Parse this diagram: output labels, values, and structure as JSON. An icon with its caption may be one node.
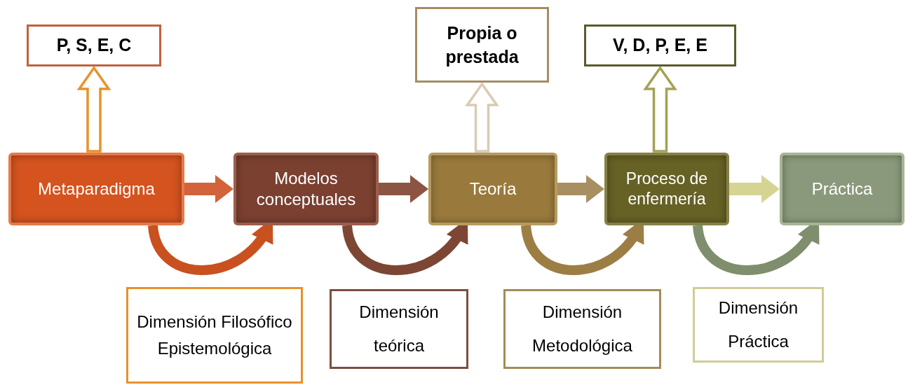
{
  "diagram": {
    "nodes": [
      {
        "text": [
          "Metaparadigma"
        ]
      },
      {
        "text": [
          "Modelos conceptuales"
        ]
      },
      {
        "text": [
          "Teoría"
        ]
      },
      {
        "text": [
          "Proceso de enfermería"
        ]
      },
      {
        "text": [
          "Práctica"
        ]
      },
      {
        "text": [
          "P, S, E, C"
        ]
      },
      {
        "text": [
          "Propia o prestada"
        ]
      },
      {
        "text": [
          "V, D, P, E, E"
        ]
      },
      {
        "text": [
          "Dimensión Filosófico Epistemológica"
        ]
      },
      {
        "text": [
          "Dimensión teórica"
        ]
      },
      {
        "text": [
          "Dimensión Metodológica"
        ]
      },
      {
        "text": [
          "Dimensión Práctica"
        ]
      }
    ],
    "edges": [
      {
        "from": 0,
        "to": 1,
        "arrow": "to",
        "color": "#d2633a"
      },
      {
        "from": 1,
        "to": 2,
        "arrow": "to",
        "color": "#8c5443"
      },
      {
        "from": 2,
        "to": 3,
        "arrow": "to",
        "color": "#a88f62"
      },
      {
        "from": 3,
        "to": 4,
        "arrow": "to",
        "color": "#d6d493"
      },
      {
        "from": 0,
        "to": 5,
        "arrow": "to",
        "color": "#e8922a"
      },
      {
        "from": 2,
        "to": 6,
        "arrow": "to",
        "color": "#d9cbb5"
      },
      {
        "from": 3,
        "to": 7,
        "arrow": "to",
        "color": "#a5a155"
      },
      {
        "from": 0,
        "to": 1,
        "arrow": "to",
        "color": "#c8511f"
      },
      {
        "from": 1,
        "to": 2,
        "arrow": "to",
        "color": "#7d4634"
      },
      {
        "from": 2,
        "to": 3,
        "arrow": "to",
        "color": "#9c7e45"
      },
      {
        "from": 3,
        "to": 4,
        "arrow": "to",
        "color": "#7f8e6d"
      }
    ]
  }
}
